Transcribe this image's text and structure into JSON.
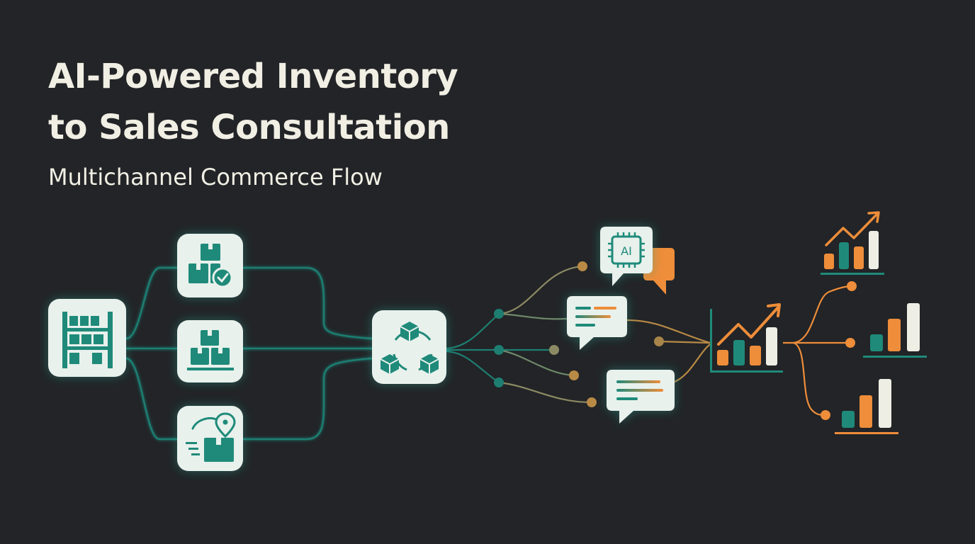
{
  "title_line_1": "AI-Powered Inventory",
  "title_line_2": "to Sales Consultation",
  "subtitle": "Multichannel Commerce Flow",
  "ai_badge_text": "AI",
  "colors": {
    "background": "#222427",
    "teal": "#1f8a7a",
    "orange": "#ee8d3a",
    "tile": "#e8f1ec",
    "text": "#f1efe4",
    "connector_teal": "#1e7e72",
    "connector_olive": "#8c8a63"
  },
  "icons": [
    "warehouse-shelves-icon",
    "boxes-verified-icon",
    "stacked-boxes-icon",
    "delivery-location-icon",
    "hub-cubes-icon",
    "ai-chip-chat-icon",
    "chat-bubble-icon",
    "growth-chart-icon",
    "bar-chart-icon"
  ]
}
